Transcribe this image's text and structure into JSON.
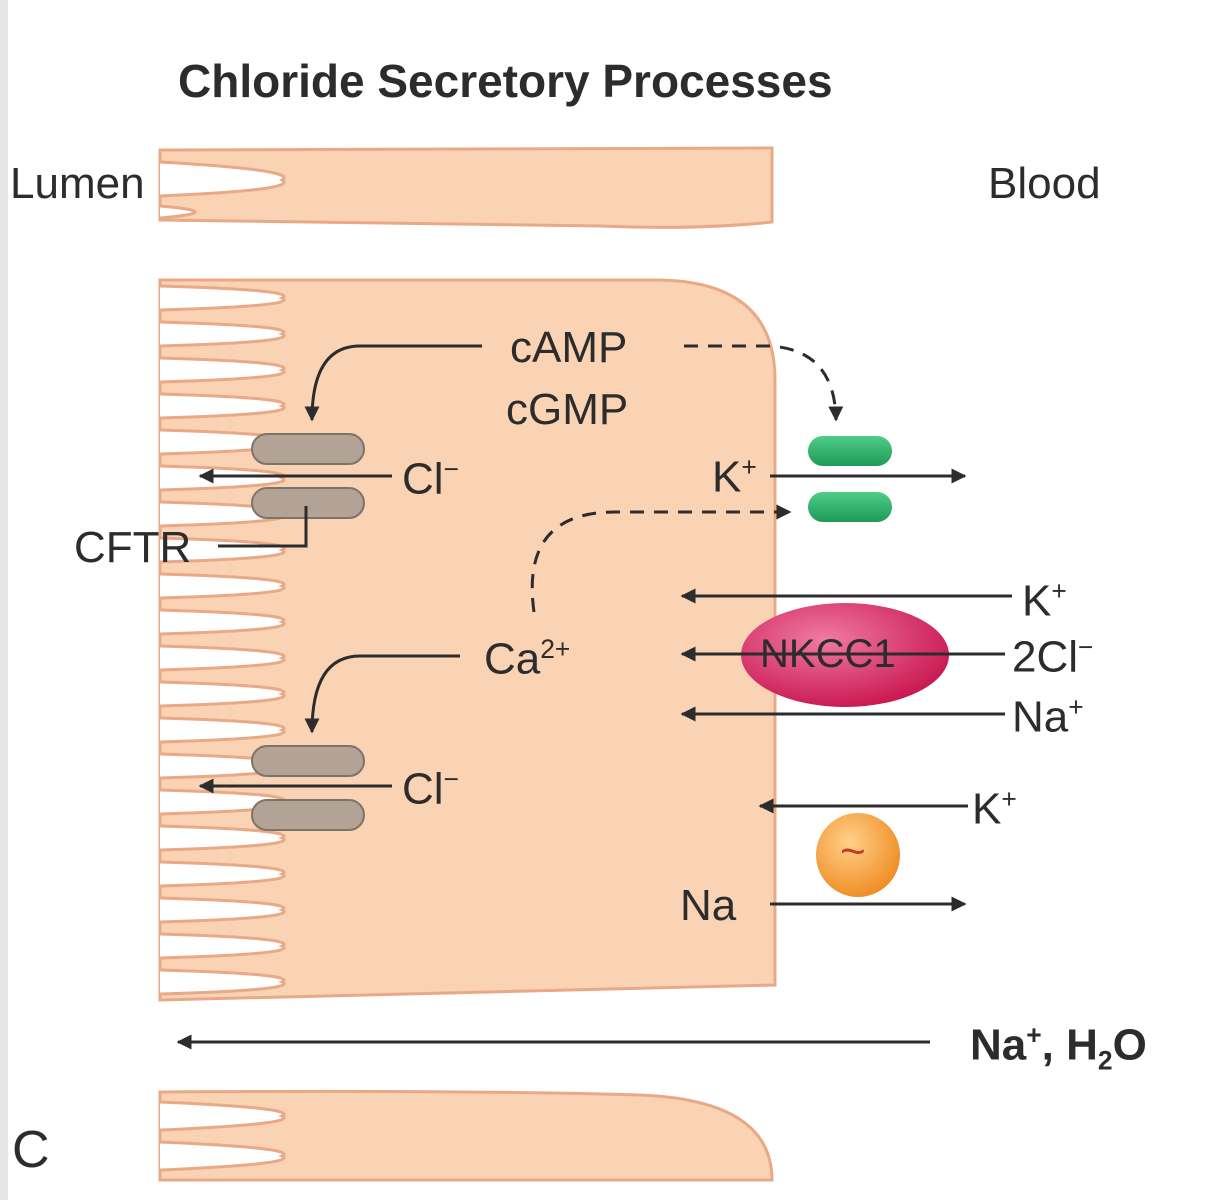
{
  "title": "Chloride Secretory Processes",
  "side_labels": {
    "lumen": "Lumen",
    "blood": "Blood"
  },
  "panel_letter": "C",
  "messengers": {
    "camp": "cAMP",
    "cgmp": "cGMP",
    "calcium": "Ca",
    "calcium_charge": "2+"
  },
  "cftr_label": "CFTR",
  "chloride": {
    "symbol": "Cl",
    "charge": "−"
  },
  "potassium_channel": {
    "ion": "K",
    "charge": "+"
  },
  "nkcc1": {
    "label": "NKCC1",
    "ions": [
      {
        "ion": "K",
        "charge": "+"
      },
      {
        "ion": "2Cl",
        "charge": "−"
      },
      {
        "ion": "Na",
        "charge": "+"
      }
    ]
  },
  "pump": {
    "in_ion": "K",
    "in_charge": "+",
    "out_ion": "Na",
    "symbol": "~"
  },
  "paracellular": {
    "ion1": "Na",
    "ion1_charge": "+",
    "sep": ", ",
    "water_h": "H",
    "water_sub": "2",
    "water_o": "O"
  },
  "colors": {
    "cell_fill": "#f9d3b4",
    "cell_edge": "#e9a987",
    "cftr_fill": "#b2a396",
    "k_channel": "#2fae6b",
    "nkcc1": "#d11d5c",
    "pump": "#f29a2a",
    "text": "#2c2c2c"
  }
}
